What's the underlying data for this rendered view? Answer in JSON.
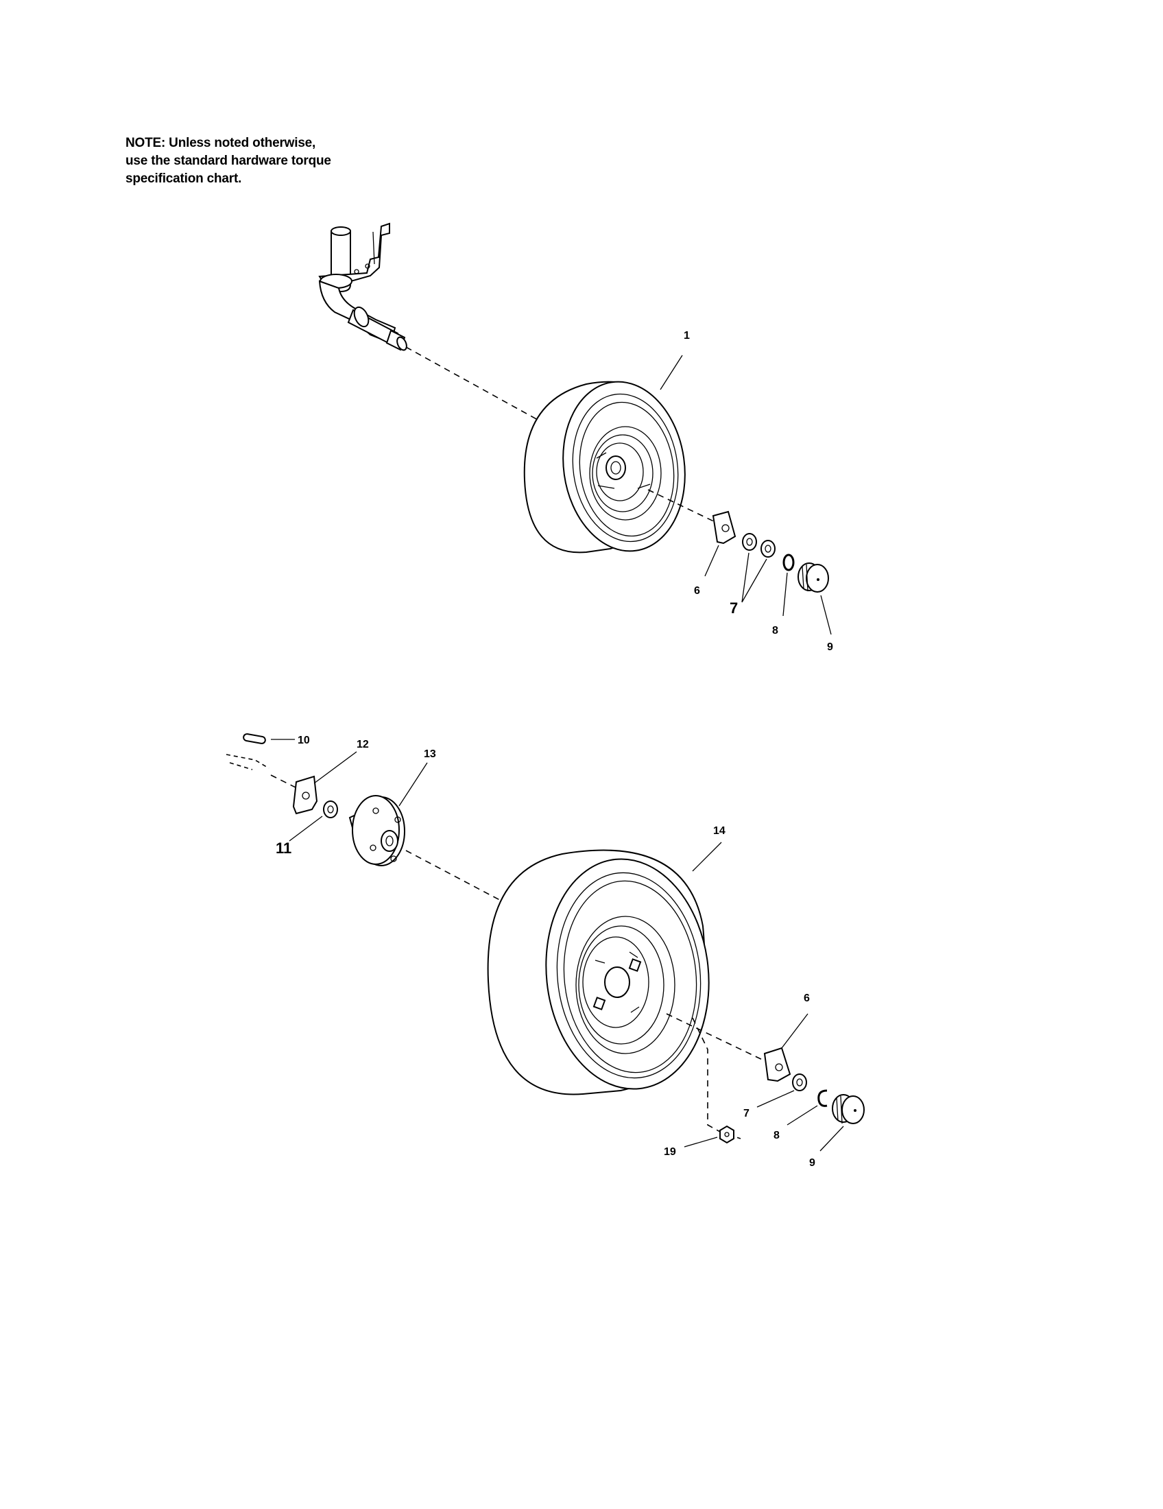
{
  "note": {
    "line1": "NOTE: Unless noted otherwise,",
    "line2": "use the standard hardware torque",
    "line3": "specification chart."
  },
  "callouts": {
    "c1": "1",
    "c6a": "6",
    "c7a": "7",
    "c8a": "8",
    "c9a": "9",
    "c10": "10",
    "c11": "11",
    "c12": "12",
    "c13": "13",
    "c14": "14",
    "c6b": "6",
    "c7b": "7",
    "c8b": "8",
    "c9b": "9",
    "c19": "19"
  }
}
